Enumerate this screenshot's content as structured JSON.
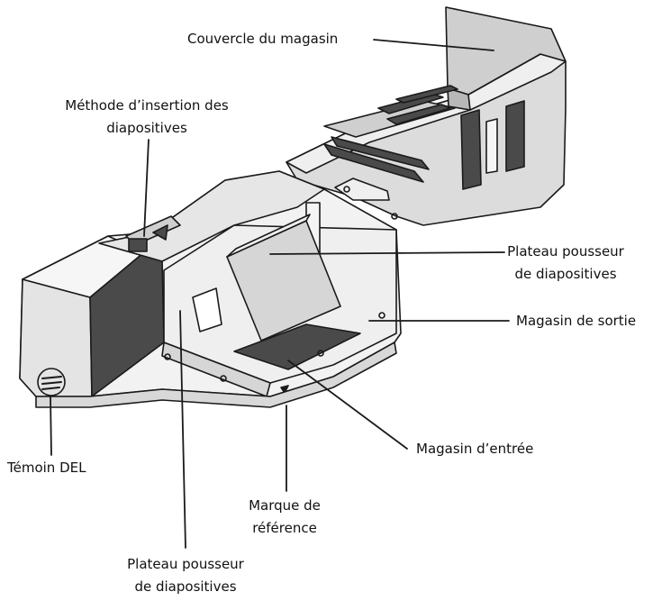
{
  "labels": {
    "lid": "Couvercle du magasin",
    "insertion_method_1": "Méthode d’insertion des",
    "insertion_method_2": "diapositives",
    "pusher_right_1": "Plateau pousseur",
    "pusher_right_2": "de diapositives",
    "output_magazine": "Magasin de sortie",
    "input_magazine": "Magasin d’entrée",
    "led": "Témoin DEL",
    "reference_mark_1": "Marque de",
    "reference_mark_2": "référence",
    "pusher_bottom_1": "Plateau pousseur",
    "pusher_bottom_2": "de diapositives"
  },
  "colors": {
    "outline": "#1a1a1a",
    "body_light": "#efefef",
    "panel_gray": "#d6d6d6",
    "dark_gray": "#4a4a4a",
    "white": "#ffffff"
  }
}
